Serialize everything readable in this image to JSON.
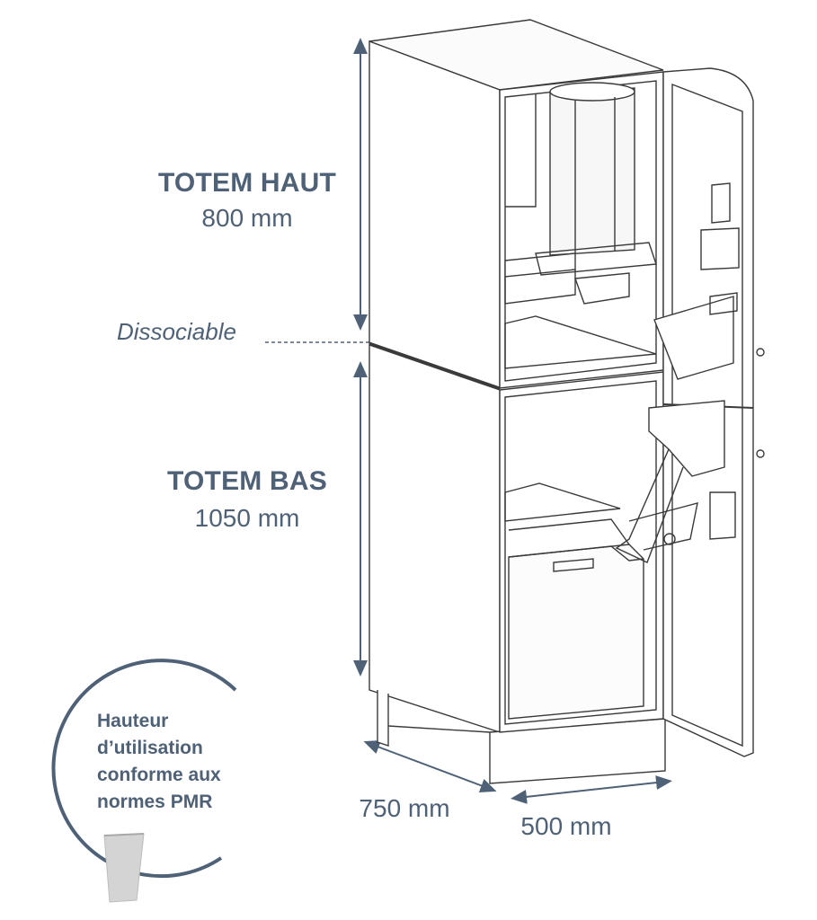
{
  "labels": {
    "totem_haut_title": "TOTEM HAUT",
    "totem_haut_height": "800 mm",
    "dissociable": "Dissociable",
    "totem_bas_title": "TOTEM BAS",
    "totem_bas_height": "1050 mm",
    "depth": "750 mm",
    "width": "500 mm",
    "pmr_line1": "Hauteur",
    "pmr_line2": "d’utilisation",
    "pmr_line3": "conforme aux",
    "pmr_line4": "normes PMR"
  },
  "colors": {
    "label": "#4e6176",
    "line": "#3a3a3a",
    "arrow": "#4e6176"
  }
}
